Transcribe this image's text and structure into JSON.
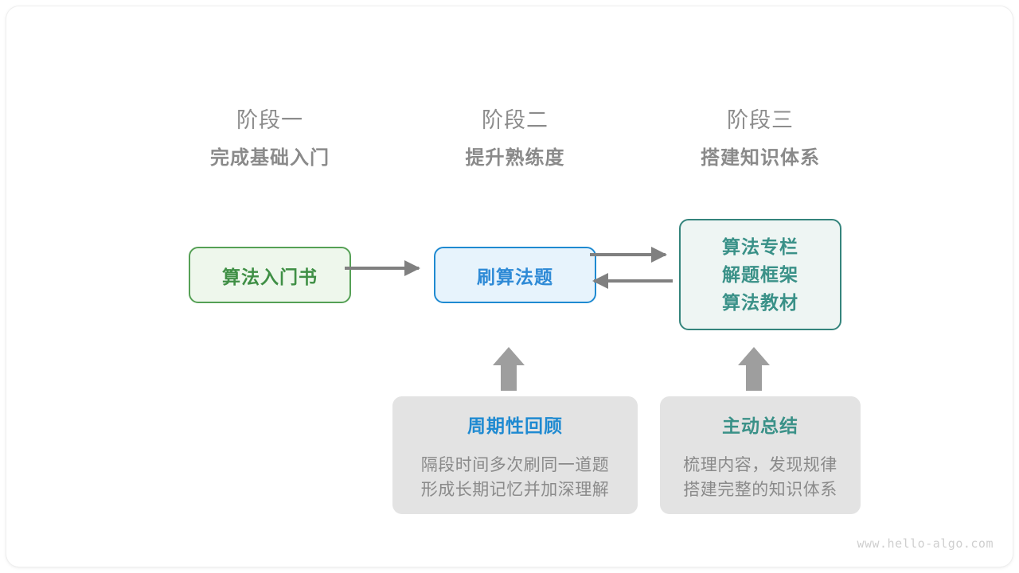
{
  "diagram": {
    "stages": [
      {
        "number": "阶段一",
        "title": "完成基础入门"
      },
      {
        "number": "阶段二",
        "title": "提升熟练度"
      },
      {
        "number": "阶段三",
        "title": "搭建知识体系"
      }
    ],
    "nodes": [
      {
        "id": "book",
        "label": "算法入门书",
        "color": "#3f8f45",
        "border": "#55a055",
        "fill": "#eef7ec"
      },
      {
        "id": "practice",
        "label": "刷算法题",
        "color": "#2e8ad6",
        "border": "#1f8ad1",
        "fill": "#e7f3fc"
      },
      {
        "id": "resources",
        "lines": [
          "算法专栏",
          "解题框架",
          "算法教材"
        ],
        "color": "#3a9188",
        "border": "#34847c",
        "fill": "#eef5f3"
      }
    ],
    "cards": [
      {
        "id": "review",
        "title": "周期性回顾",
        "title_color": "#1f8ad1",
        "body": [
          "隔段时间多次刷同一道题",
          "形成长期记忆并加深理解"
        ]
      },
      {
        "id": "summary",
        "title": "主动总结",
        "title_color": "#3a9188",
        "body": [
          "梳理内容，发现规律",
          "搭建完整的知识体系"
        ]
      }
    ],
    "arrow_color": "#808080",
    "up_arrow_color": "#9e9e9e",
    "watermark": "www.hello-algo.com"
  }
}
